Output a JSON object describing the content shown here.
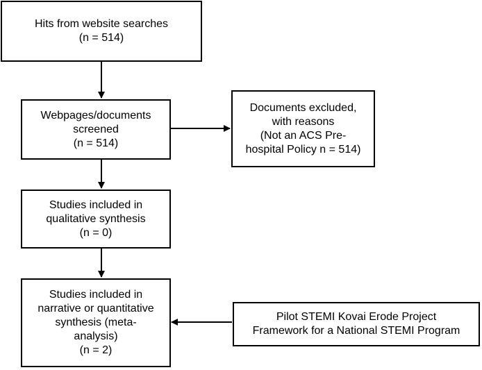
{
  "boxes": {
    "hits": {
      "lines": [
        "Hits from website searches",
        "(n = 514)"
      ]
    },
    "screened": {
      "lines": [
        "Webpages/documents",
        "screened",
        "(n = 514)"
      ]
    },
    "excluded": {
      "lines": [
        "Documents excluded,",
        "with reasons",
        "(Not an ACS Pre-",
        "hospital Policy n = 514)"
      ]
    },
    "qualitative": {
      "lines": [
        "Studies included in",
        "qualitative synthesis",
        "(n = 0)"
      ]
    },
    "quantitative": {
      "lines": [
        "Studies included in",
        "narrative or quantitative",
        "synthesis (meta-",
        "analysis)",
        "(n = 2)"
      ]
    },
    "pilot": {
      "lines": [
        "Pilot STEMI Kovai Erode Project",
        "Framework for a National STEMI Program"
      ]
    }
  }
}
